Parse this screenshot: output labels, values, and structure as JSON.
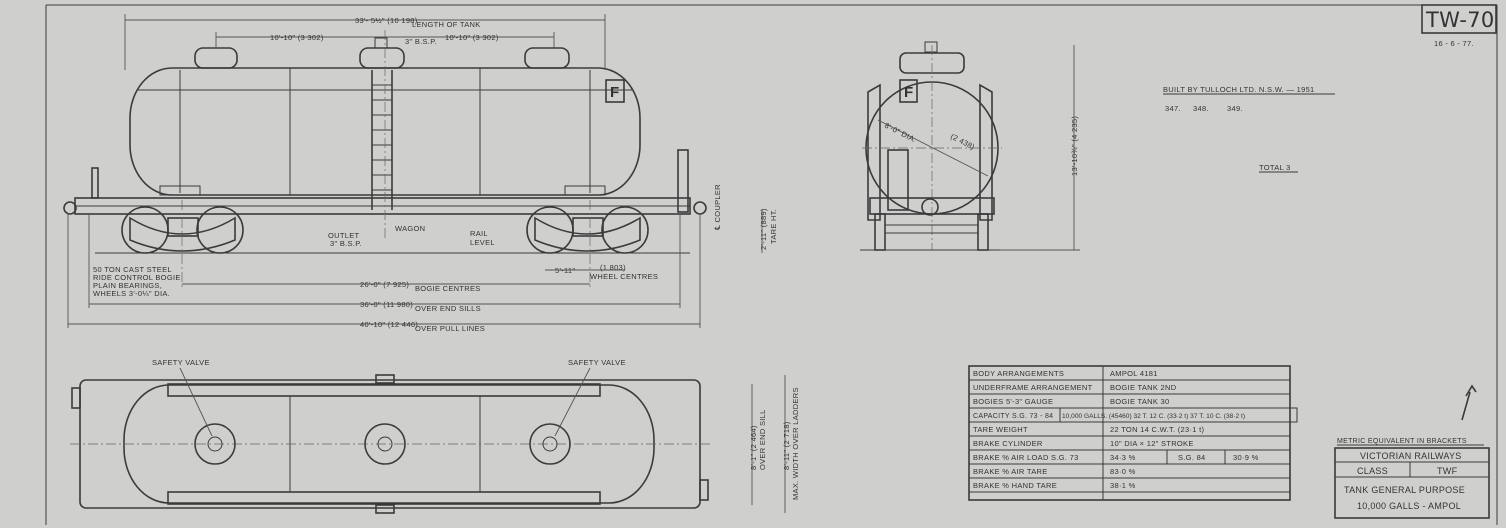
{
  "drawing_number": "TW-70",
  "date": "16 - 6 - 77.",
  "side_elevation": {
    "length_of_tank_dim": "33'- 5½\" (10 198)",
    "length_of_tank_label": "LENGTH OF TANK",
    "dome_spacing_left": "10'-10\" (3 302)",
    "dome_spacing_right": "10'-10\" (3 302)",
    "top_fitting": "3\" B.S.P.",
    "outlet_label": "OUTLET",
    "outlet_size": "3\" B.S.P.",
    "wagon_label": "WAGON",
    "rail_level_1": "RAIL",
    "rail_level_2": "LEVEL",
    "coupler_label": "℄ COUPLER",
    "tare_ht_dim": "2'-11\" (889)",
    "tare_ht_label": "TARE HT.",
    "wheel_centres_dim": "5'-11\"",
    "wheel_centres_metric": "(1 803)",
    "wheel_centres_label": "WHEEL CENTRES",
    "bogie_note": [
      "50 TON CAST STEEL",
      "RIDE CONTROL BOGIE",
      "PLAIN BEARINGS,",
      "WHEELS 3'-0¼\" DIA."
    ],
    "bogie_centres_dim": "26'-0\" (7 925)",
    "bogie_centres_label": "BOGIE CENTRES",
    "end_sills_dim": "36'-0\" (11 980)",
    "end_sills_label": "OVER END SILLS",
    "pull_lines_dim": "40'-10\" (12 446)",
    "pull_lines_label": "OVER PULL LINES",
    "logo_letter": "F"
  },
  "end_view": {
    "diameter_dim": "8'-0\" DIA.",
    "diameter_metric": "(2 438)",
    "height_dim": "13'-10¾\" (4 235)",
    "logo_letter": "F"
  },
  "plan_view": {
    "safety_valve_left": "SAFETY VALVE",
    "safety_valve_right": "SAFETY VALVE",
    "end_sill_dim": "8'-1\" (2 464)",
    "end_sill_label": "OVER END SILL",
    "max_width_dim": "8'-11\" (2 718)",
    "max_width_label": "MAX. WIDTH OVER LADDERS"
  },
  "build_info": {
    "built_by": "BUILT BY TULLOCH LTD. N.S.W. — 1951",
    "numbers": [
      "347.",
      "348.",
      "349."
    ],
    "total": "TOTAL 3"
  },
  "spec_table": {
    "rows": [
      {
        "label": "BODY ARRANGEMENTS",
        "value": "AMPOL 4181"
      },
      {
        "label": "UNDERFRAME ARRANGEMENT",
        "value": "BOGIE TANK 2ND"
      },
      {
        "label": "BOGIES 5'-3\" GAUGE",
        "value": "BOGIE TANK 30"
      },
      {
        "label": "CAPACITY S.G. 73 - 84",
        "value": "10,000 GALLS. (45460) 32 T. 12 C. (33·2 t) 37 T. 10 C. (38·2 t)"
      },
      {
        "label": "TARE WEIGHT",
        "value": "22 TON 14 C.W.T. (23·1 t)"
      },
      {
        "label": "BRAKE CYLINDER",
        "value": "10\" DIA × 12\" STROKE"
      },
      {
        "label": "BRAKE % AIR LOAD S.G. 73",
        "value": "34·3 %",
        "value2": "S.G. 84",
        "value3": "30·9 %"
      },
      {
        "label": "BRAKE % AIR TARE",
        "value": "83·0 %"
      },
      {
        "label": "BRAKE % HAND TARE",
        "value": "38·1 %"
      }
    ]
  },
  "title_block": {
    "note": "METRIC EQUIVALENT IN BRACKETS",
    "railway": "VICTORIAN RAILWAYS",
    "class_label": "CLASS",
    "class_value": "TWF",
    "description_1": "TANK GENERAL PURPOSE",
    "description_2": "10,000 GALLS - AMPOL"
  }
}
